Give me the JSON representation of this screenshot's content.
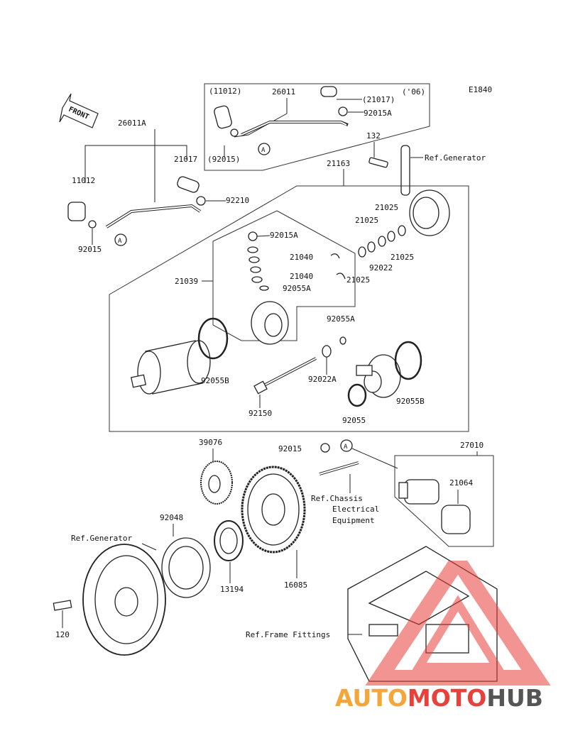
{
  "diagram_code": "E1840",
  "front_label": "FRONT",
  "callout_letter": "A",
  "parts": {
    "p11012_paren": "(11012)",
    "p26011": "26011",
    "p21017_paren": "(21017)",
    "p06": "('06)",
    "p92015A_top": "92015A",
    "p92015_paren": "(92015)",
    "p26011A": "26011A",
    "p21017": "21017",
    "p11012": "11012",
    "p92210": "92210",
    "p92015_left": "92015",
    "p132": "132",
    "ref_generator_top": "Ref.Generator",
    "p21163": "21163",
    "p21025_a": "21025",
    "p21025_b": "21025",
    "p21025_c": "21025",
    "p21025_d": "21025",
    "p92022": "92022",
    "p92015A_mid": "92015A",
    "p21040_a": "21040",
    "p21040_b": "21040",
    "p21039": "21039",
    "p92055A_a": "92055A",
    "p92055A_b": "92055A",
    "p92055B_left": "92055B",
    "p92022A": "92022A",
    "p92150": "92150",
    "p92055": "92055",
    "p92055B_right": "92055B",
    "p39076": "39076",
    "p92015_bottom": "92015",
    "p27010": "27010",
    "ref_chassis_1": "Ref.Chassis",
    "ref_chassis_2": "Electrical",
    "ref_chassis_3": "Equipment",
    "p21064": "21064",
    "p92048": "92048",
    "ref_generator_bottom": "Ref.Generator",
    "p13194": "13194",
    "p16085": "16085",
    "p120": "120",
    "ref_frame": "Ref.Frame Fittings"
  },
  "watermark": {
    "part1": "AUTO",
    "part2": "MOTO",
    "part3": "HUB",
    "color1": "#f4a63a",
    "color2": "#e8403a",
    "color3": "#555555"
  }
}
